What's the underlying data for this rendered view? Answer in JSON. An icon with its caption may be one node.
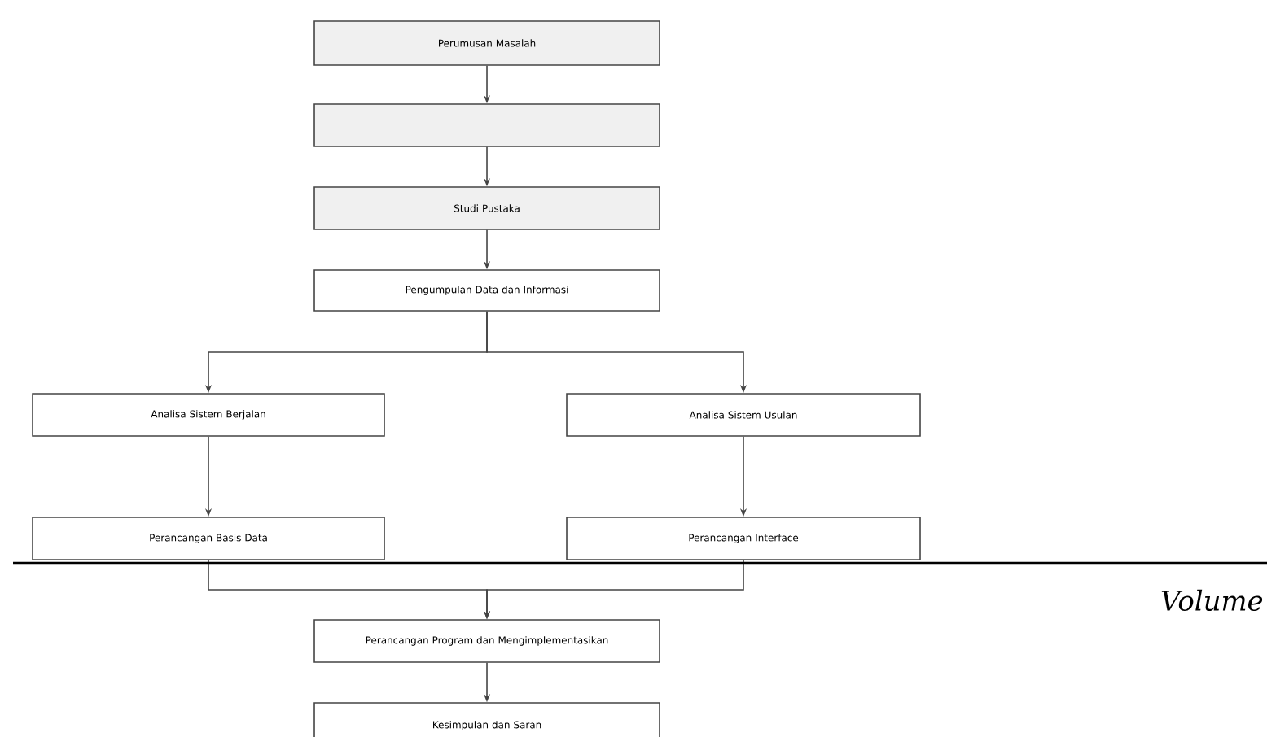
{
  "diagram": {
    "nodes": [
      {
        "text": [
          "Perumusan  Masalah"
        ]
      },
      {
        "text": [],
        "shape": "box"
      },
      {
        "text": [
          "Studi Pustaka"
        ]
      },
      {
        "text": [
          "Pengumpulan Data dan Informasi"
        ]
      },
      {
        "text": [
          "Analisa Sistem Berjalan"
        ]
      },
      {
        "text": [
          "Analisa Sistem Usulan"
        ]
      },
      {
        "text": [
          "Perancangan Basis Data"
        ]
      },
      {
        "text": [
          "Perancangan Interface"
        ]
      },
      {
        "text": [
          "Perancangan Program dan Mengimplementasikan"
        ]
      },
      {
        "text": [
          "Kesimpulan dan Saran"
        ]
      }
    ],
    "edges": [
      {
        "from": 0,
        "to": 1,
        "arrow": "to"
      },
      {
        "from": 1,
        "to": 2,
        "arrow": "to"
      },
      {
        "from": 2,
        "to": 3,
        "arrow": "to"
      },
      {
        "from": 3,
        "to": 4,
        "arrow": "to"
      },
      {
        "from": 3,
        "to": 5,
        "arrow": "to"
      },
      {
        "from": 4,
        "to": 6,
        "arrow": "to"
      },
      {
        "from": 5,
        "to": 7,
        "arrow": "to"
      },
      {
        "from": 6,
        "to": 8,
        "arrow": "to"
      },
      {
        "from": 7,
        "to": 8,
        "arrow": "to"
      },
      {
        "from": 8,
        "to": 9,
        "arrow": "to"
      }
    ],
    "labels": [
      "Volume"
    ]
  }
}
